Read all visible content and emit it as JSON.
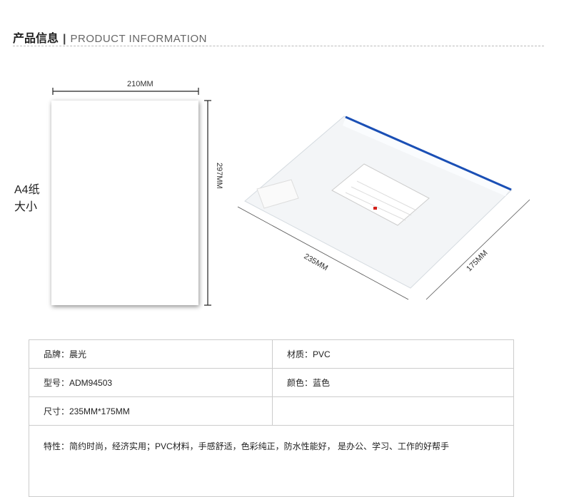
{
  "header": {
    "title_cn": "产品信息",
    "separator": "|",
    "title_en": "PRODUCT INFORMATION"
  },
  "illustration": {
    "a4_label_line1": "A4纸",
    "a4_label_line2": "大小",
    "a4_width": "210MM",
    "a4_height": "297MM",
    "bag_width": "235MM",
    "bag_height": "175MM",
    "colors": {
      "zipper": "#1a4fb5",
      "logo_red": "#d4201a"
    }
  },
  "specs": {
    "brand": "品牌：晨光",
    "material": "材质：PVC",
    "model": "型号：ADM94503",
    "color": "颜色：蓝色",
    "size": "尺寸：235MM*175MM",
    "features": "特性：简约时尚，经济实用；PVC材料，手感舒适，色彩纯正，防水性能好， 是办公、学习、工作的好帮手"
  }
}
